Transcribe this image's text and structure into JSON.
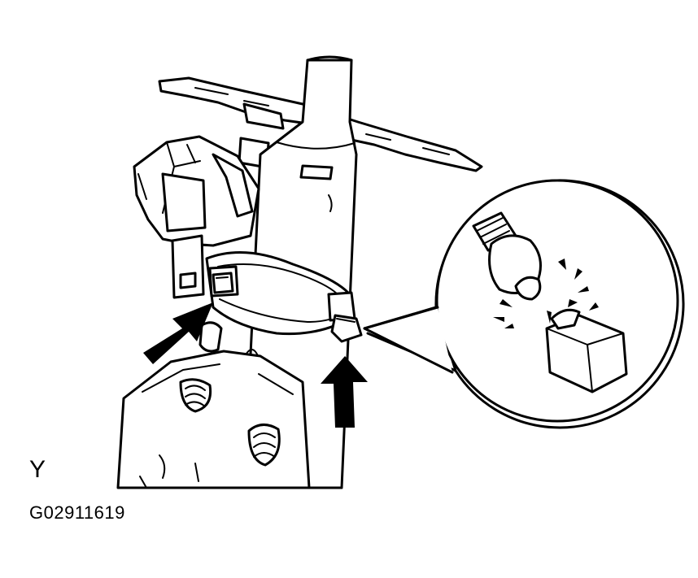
{
  "view_letter": "Y",
  "figure_code": "G02911619",
  "colors": {
    "line": "#000000",
    "background": "#ffffff"
  },
  "callout": {
    "items": [
      "bolt",
      "bolt-head-broken-off"
    ]
  }
}
